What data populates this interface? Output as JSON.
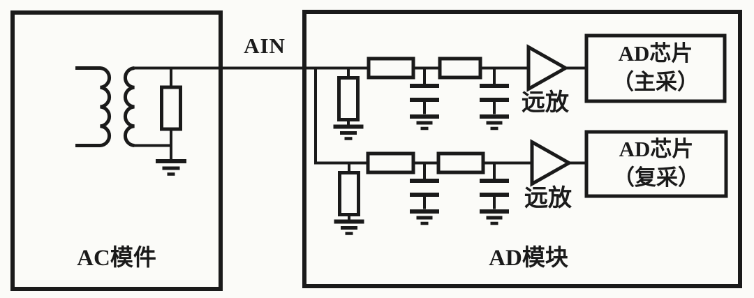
{
  "colors": {
    "ink": "#1a1a1a",
    "background": "#fbfbf8"
  },
  "signal": {
    "label": "AIN"
  },
  "ac_module": {
    "label": "AC模件"
  },
  "ad_module": {
    "label": "AD模块",
    "channels": [
      {
        "amp_label": "远放",
        "chip_line1": "AD芯片",
        "chip_line2": "（主采）"
      },
      {
        "amp_label": "远放",
        "chip_line1": "AD芯片",
        "chip_line2": "（复采）"
      }
    ]
  }
}
